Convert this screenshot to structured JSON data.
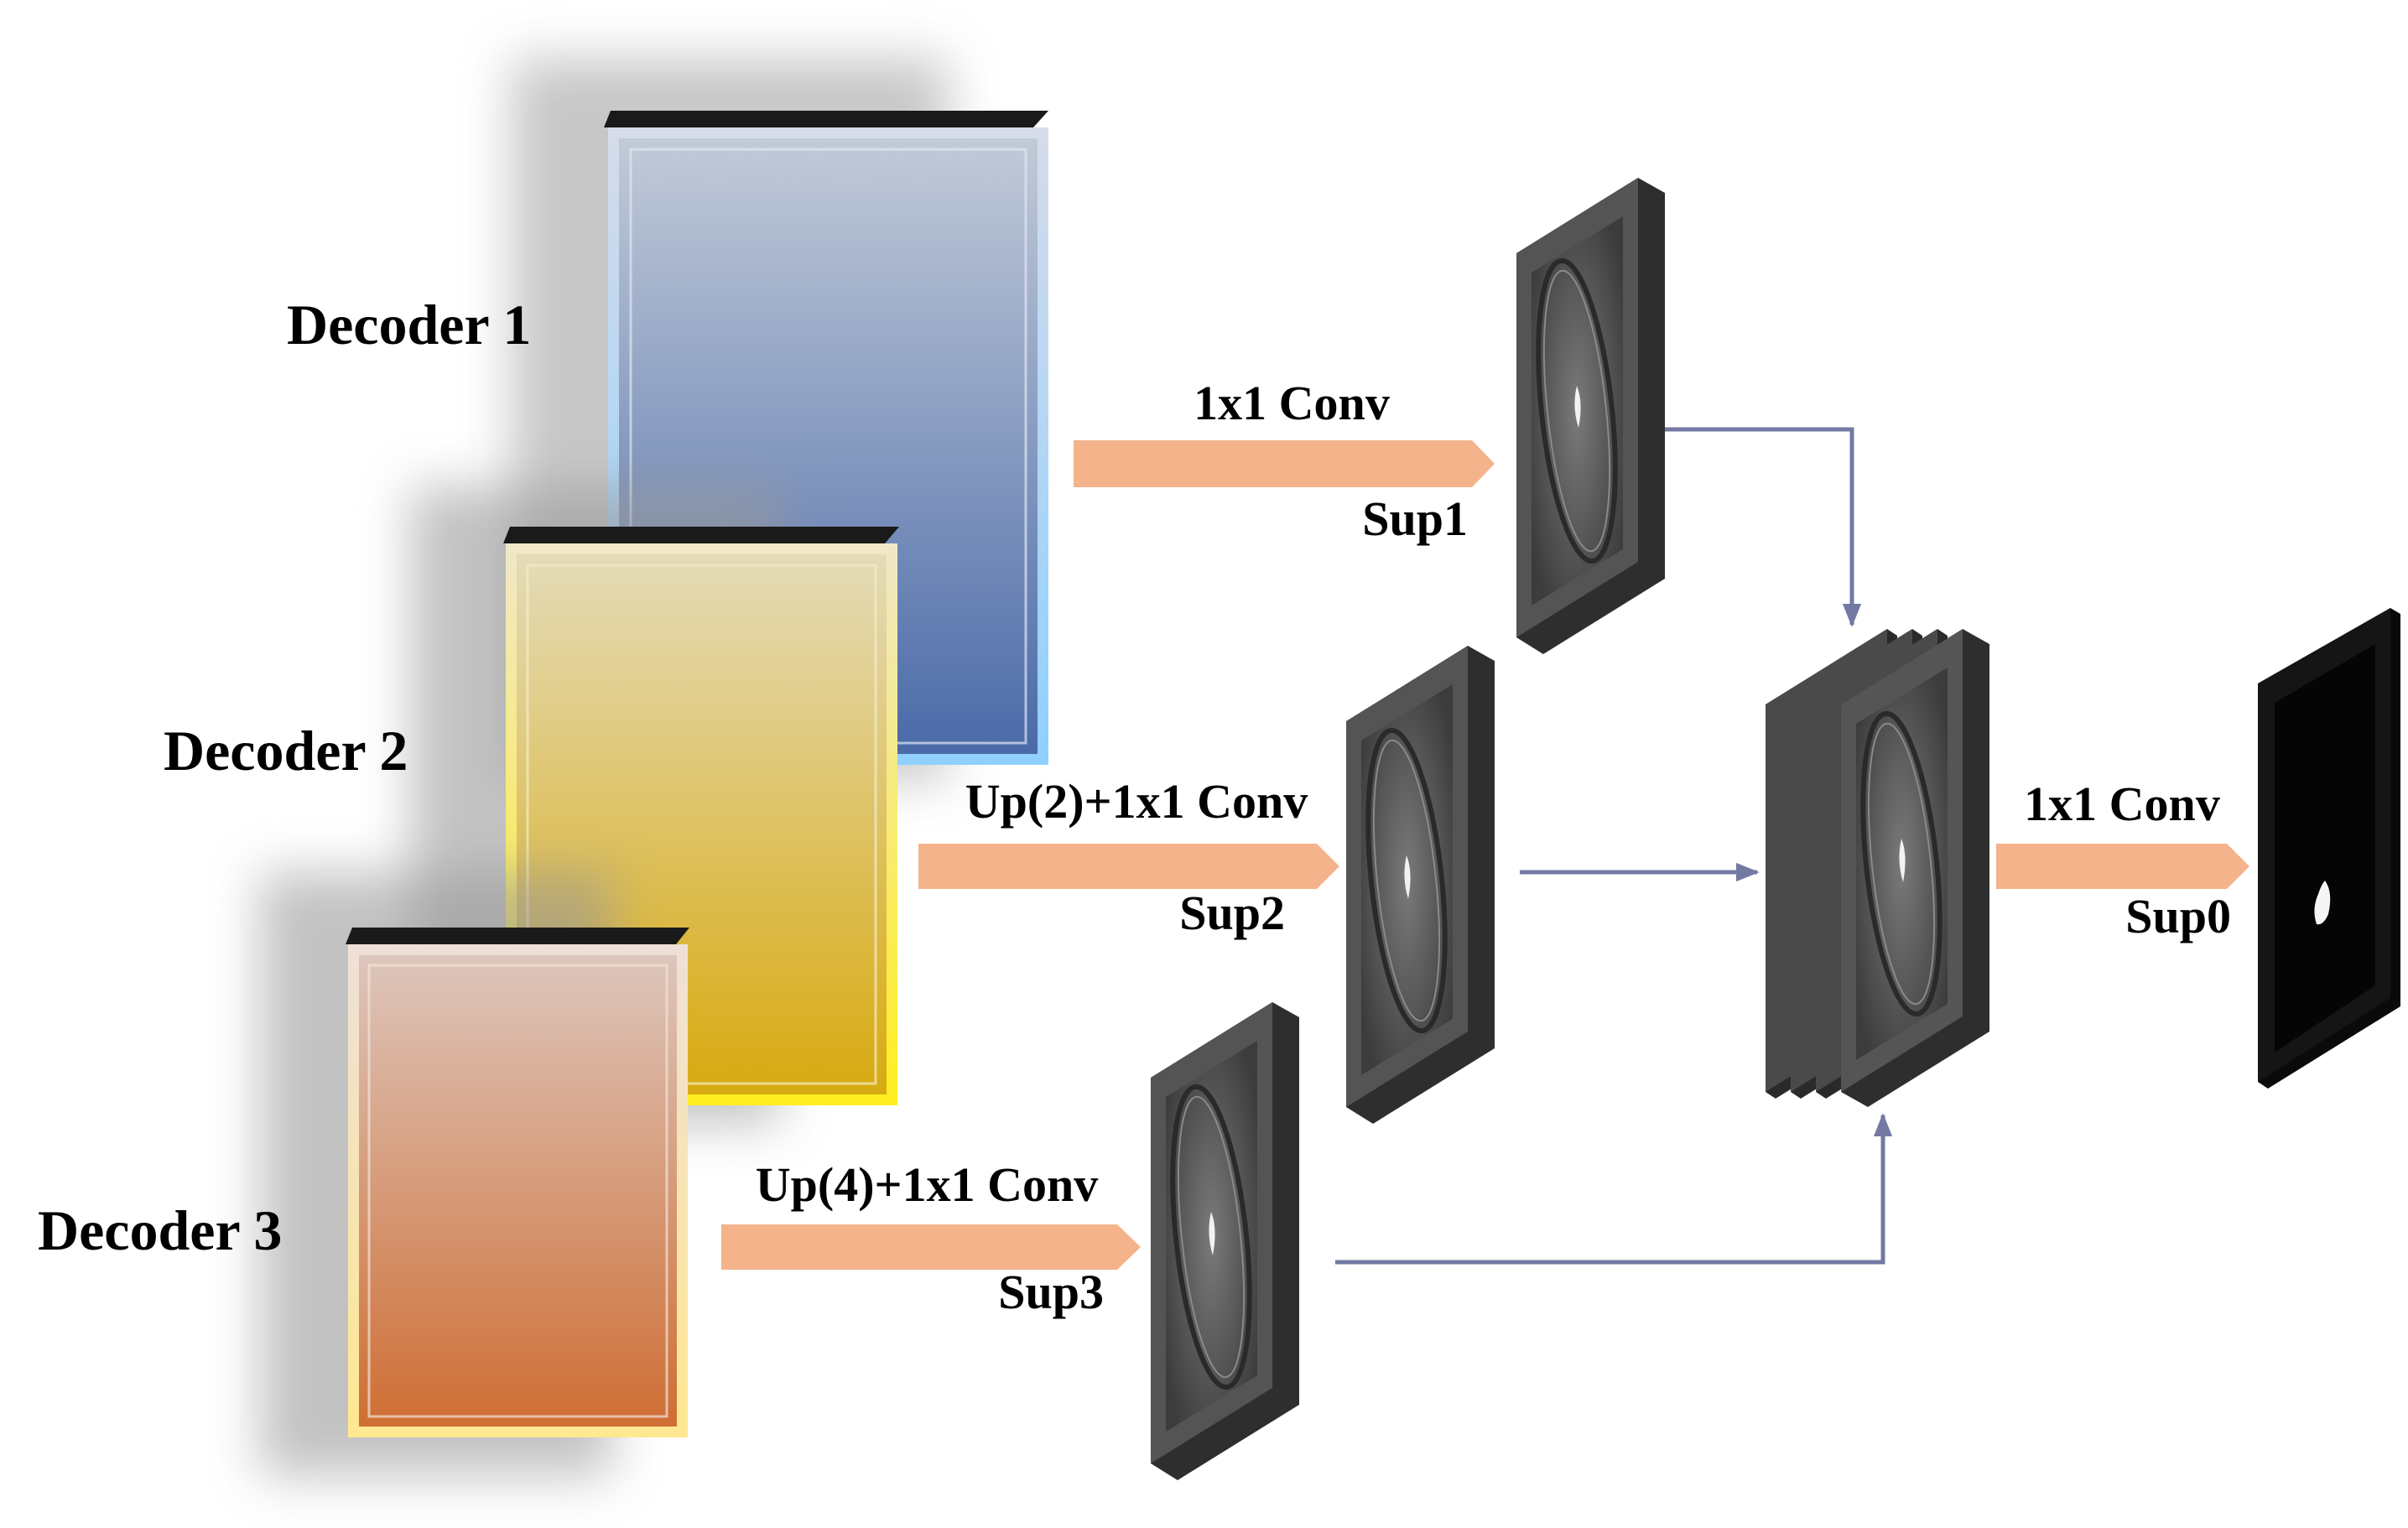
{
  "decoders": [
    {
      "label": "Decoder 1",
      "color_light": "#c2cad8",
      "color_dark": "#4a6aa8",
      "rim": "#8fd0ff"
    },
    {
      "label": "Decoder 2",
      "color_light": "#e4dbb8",
      "color_dark": "#d8aa10",
      "rim": "#ffee20"
    },
    {
      "label": "Decoder 3",
      "color_light": "#ddc6bc",
      "color_dark": "#cf6e34",
      "rim": "#ffe890"
    }
  ],
  "branches": [
    {
      "op_label": "1x1 Conv",
      "sup_label": "Sup1"
    },
    {
      "op_label": "Up(2)+1x1 Conv",
      "sup_label": "Sup2"
    },
    {
      "op_label": "Up(4)+1x1 Conv",
      "sup_label": "Sup3"
    }
  ],
  "final": {
    "op_label": "1x1 Conv",
    "sup_label": "Sup0"
  },
  "colors": {
    "arrow_fill": "#f4b38a",
    "connector": "#7379a3",
    "plate": "#505050",
    "plate_side": "#2e2e2e"
  }
}
